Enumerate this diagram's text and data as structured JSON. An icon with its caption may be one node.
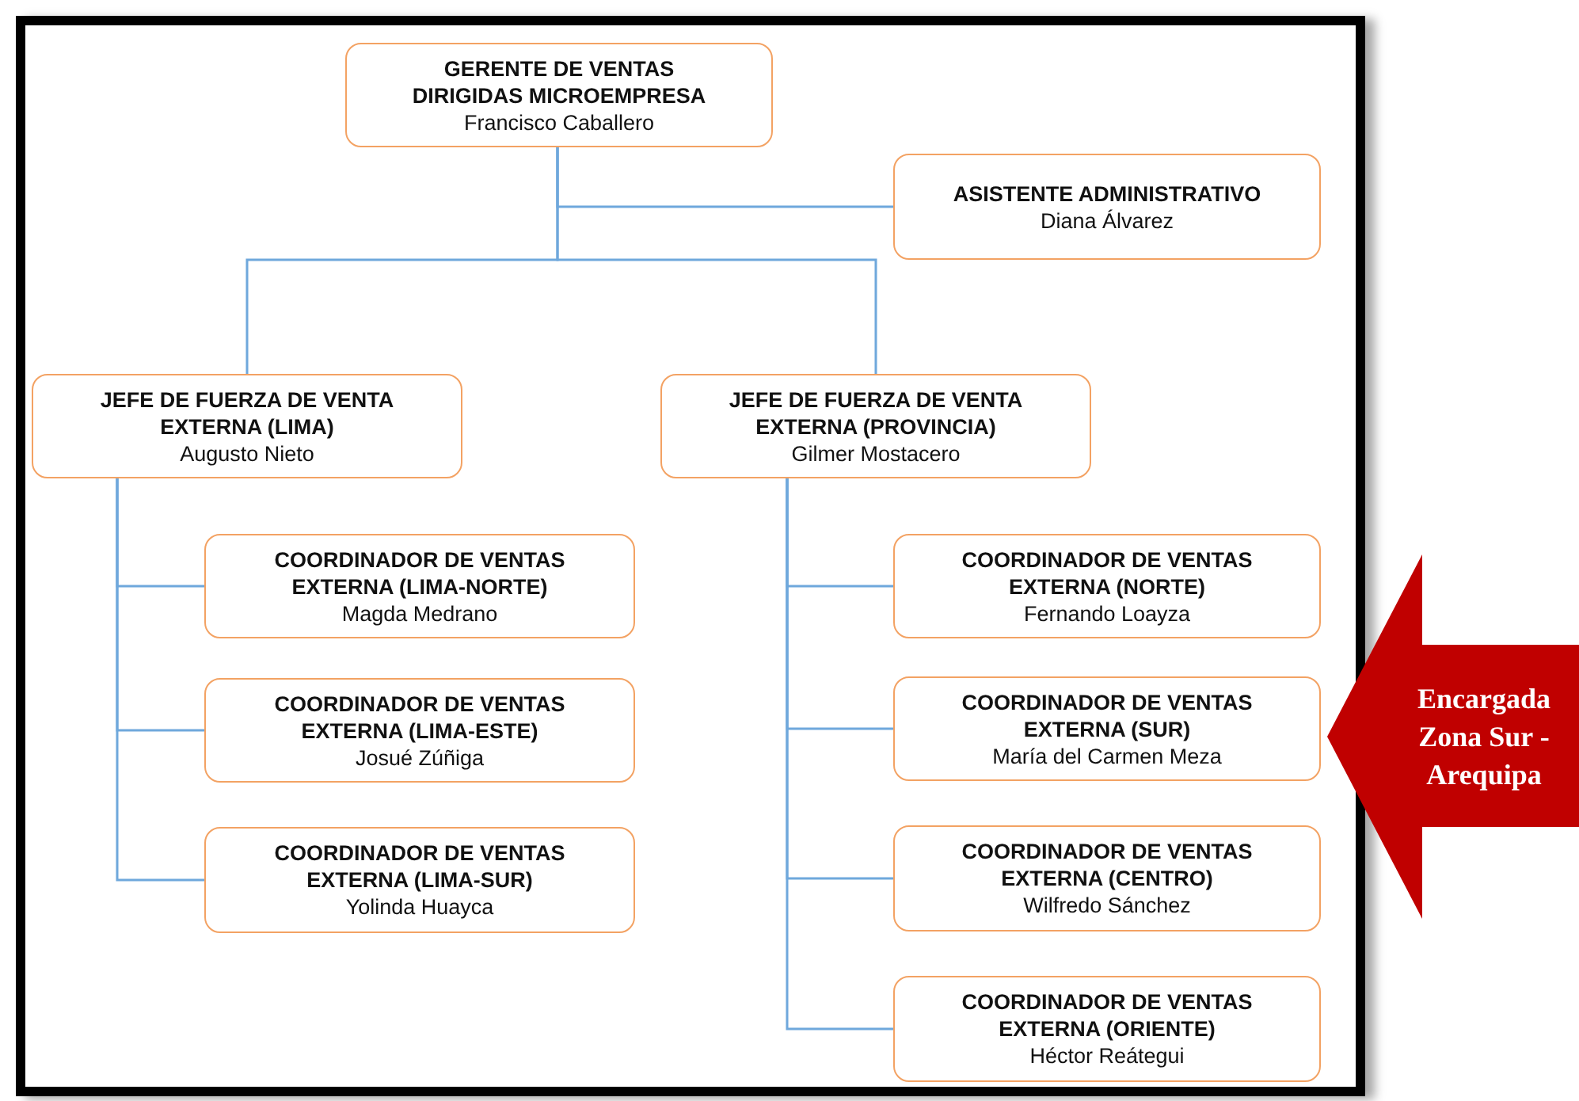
{
  "diagram": {
    "nodes": [
      {
        "text": [
          "GERENTE DE VENTAS DIRIGIDAS MICROEMPRESA",
          "Francisco Caballero"
        ]
      },
      {
        "text": [
          "ASISTENTE ADMINISTRATIVO",
          "Diana Álvarez"
        ]
      },
      {
        "text": [
          "JEFE DE FUERZA DE VENTA EXTERNA (LIMA)",
          "Augusto Nieto"
        ]
      },
      {
        "text": [
          "JEFE DE FUERZA DE VENTA EXTERNA (PROVINCIA)",
          "Gilmer Mostacero"
        ]
      },
      {
        "text": [
          "COORDINADOR DE VENTAS EXTERNA (LIMA-NORTE)",
          "Magda Medrano"
        ]
      },
      {
        "text": [
          "COORDINADOR DE VENTAS EXTERNA (LIMA-ESTE)",
          "Josué Zúñiga"
        ]
      },
      {
        "text": [
          "COORDINADOR DE VENTAS EXTERNA (LIMA-SUR)",
          "Yolinda Huayca"
        ]
      },
      {
        "text": [
          "COORDINADOR DE VENTAS EXTERNA (NORTE)",
          "Fernando Loayza"
        ]
      },
      {
        "text": [
          "COORDINADOR DE VENTAS EXTERNA (SUR)",
          "María del Carmen Meza"
        ]
      },
      {
        "text": [
          "COORDINADOR DE VENTAS EXTERNA (CENTRO)",
          "Wilfredo Sánchez"
        ]
      },
      {
        "text": [
          "COORDINADOR DE VENTAS EXTERNA (ORIENTE)",
          "Héctor Reátegui"
        ]
      },
      {
        "text": [
          "Encargada Zona Sur - Arequipa"
        ]
      }
    ],
    "edges": [
      {
        "from": 0,
        "to": 1,
        "arrow": "none"
      },
      {
        "from": 0,
        "to": 2,
        "arrow": "none"
      },
      {
        "from": 0,
        "to": 3,
        "arrow": "none"
      },
      {
        "from": 2,
        "to": 4,
        "arrow": "none"
      },
      {
        "from": 2,
        "to": 5,
        "arrow": "none"
      },
      {
        "from": 2,
        "to": 6,
        "arrow": "none"
      },
      {
        "from": 3,
        "to": 7,
        "arrow": "none"
      },
      {
        "from": 3,
        "to": 8,
        "arrow": "none"
      },
      {
        "from": 3,
        "to": 9,
        "arrow": "none"
      },
      {
        "from": 3,
        "to": 10,
        "arrow": "none"
      }
    ]
  }
}
